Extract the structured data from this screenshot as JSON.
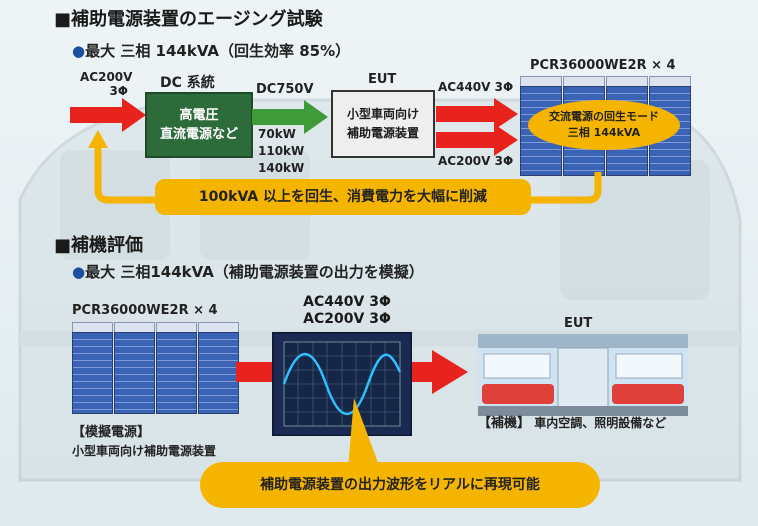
{
  "section1": {
    "title": "■補助電源装置のエージング試験",
    "subtitle_bullet": "●",
    "subtitle_text": "最大 三相 144kVA（回生効率 85%）",
    "input_voltage": "AC200V",
    "input_phase": "3Φ",
    "dc_label": "DC 系統",
    "dc_box_line1": "高電圧",
    "dc_box_line2": "直流電源など",
    "dc_voltage": "DC750V",
    "power_levels": [
      "70kW",
      "110kW",
      "140kW"
    ],
    "eut_label": "EUT",
    "eut_box_line1": "小型車両向け",
    "eut_box_line2": "補助電源装置",
    "out1": "AC440V 3Φ",
    "out2": "AC200V 3Φ",
    "pcr_label": "PCR36000WE2R × 4",
    "regen_line1": "交流電源の回生モード",
    "regen_line2": "三相 144kVA",
    "feedback_text": "100kVA 以上を回生、消費電力を大幅に削減"
  },
  "section2": {
    "title": "■補機評価",
    "subtitle_bullet": "●",
    "subtitle_text": "最大 三相144kVA（補助電源装置の出力を模擬）",
    "pcr_label": "PCR36000WE2R × 4",
    "wave_line1": "AC440V 3Φ",
    "wave_line2": "AC200V 3Φ",
    "eut_label": "EUT",
    "sim_label": "【模擬電源】",
    "sim_desc": "小型車両向け補助電源装置",
    "aux_label": "【補機】",
    "aux_desc": "車内空調、照明設備など",
    "bubble_text": "補助電源装置の出力波形をリアルに再現可能"
  },
  "colors": {
    "red_arrow": "#e8231e",
    "green_arrow": "#3f9a3a",
    "yellow": "#f5b400",
    "blue_cabinet": "#3b63b5",
    "dark_green_box": "#2e6b3b"
  }
}
